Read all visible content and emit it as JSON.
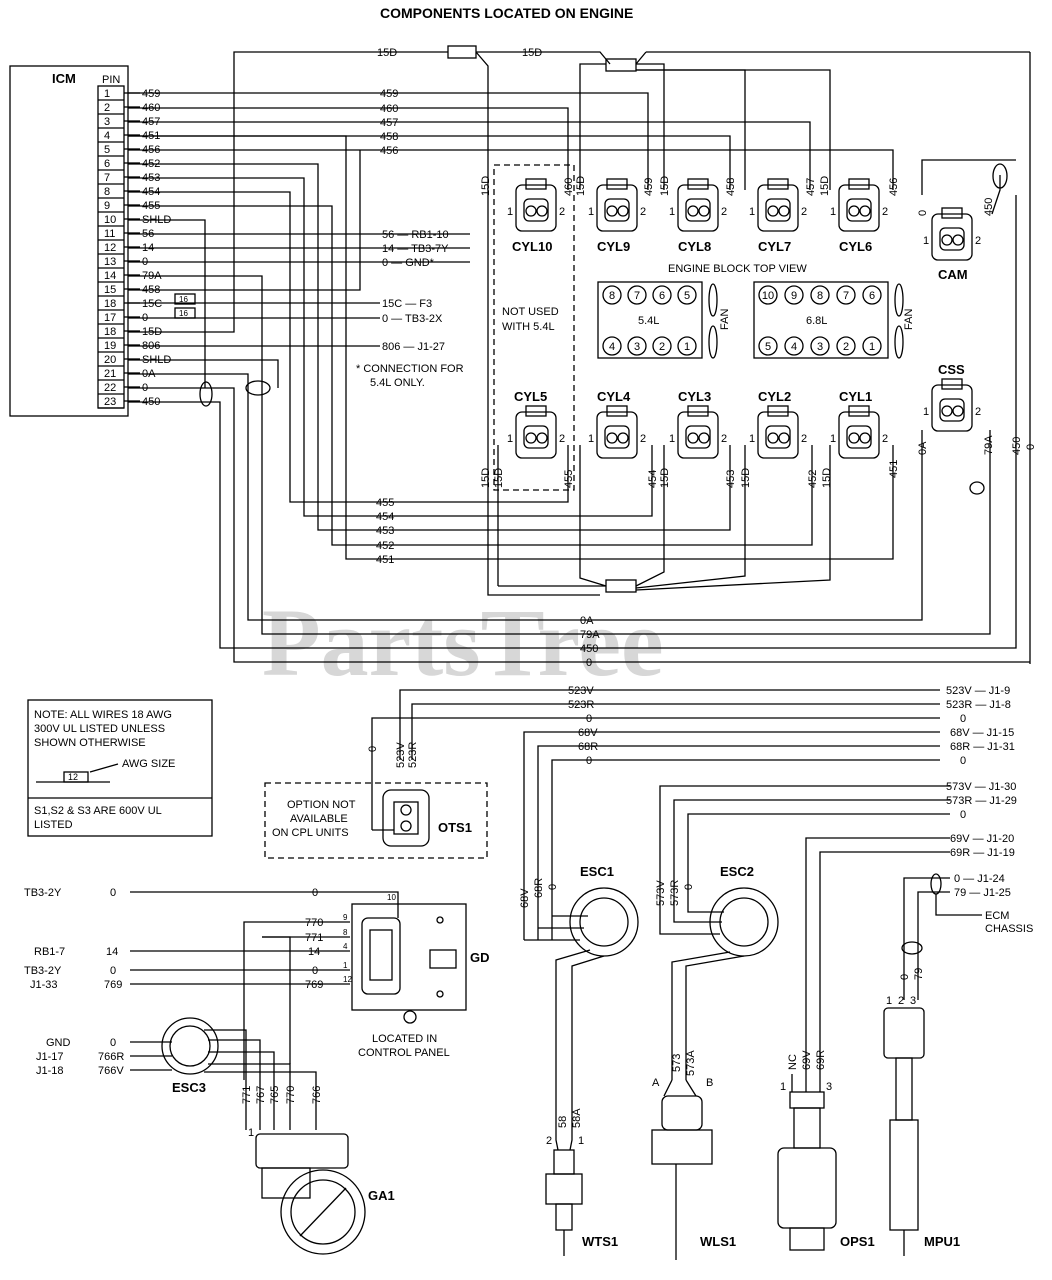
{
  "title": "COMPONENTS LOCATED ON ENGINE",
  "watermark": "PartsTree",
  "icm": {
    "label": "ICM",
    "pin_header": "PIN",
    "pins": [
      {
        "pin": "1",
        "wire": "459"
      },
      {
        "pin": "2",
        "wire": "460"
      },
      {
        "pin": "3",
        "wire": "457"
      },
      {
        "pin": "4",
        "wire": "451"
      },
      {
        "pin": "5",
        "wire": "456"
      },
      {
        "pin": "6",
        "wire": "452"
      },
      {
        "pin": "7",
        "wire": "453"
      },
      {
        "pin": "8",
        "wire": "454"
      },
      {
        "pin": "9",
        "wire": "455"
      },
      {
        "pin": "10",
        "wire": "SHLD"
      },
      {
        "pin": "11",
        "wire": "56"
      },
      {
        "pin": "12",
        "wire": "14"
      },
      {
        "pin": "13",
        "wire": "0"
      },
      {
        "pin": "14",
        "wire": "79A"
      },
      {
        "pin": "15",
        "wire": "458"
      },
      {
        "pin": "18",
        "wire": "15C"
      },
      {
        "pin": "17",
        "wire": "0"
      },
      {
        "pin": "18",
        "wire": "15D"
      },
      {
        "pin": "19",
        "wire": "806"
      },
      {
        "pin": "20",
        "wire": "SHLD"
      },
      {
        "pin": "21",
        "wire": "0A"
      },
      {
        "pin": "22",
        "wire": "0"
      },
      {
        "pin": "23",
        "wire": "450"
      }
    ]
  },
  "cylinders_top": [
    "CYL10",
    "CYL9",
    "CYL8",
    "CYL7",
    "CYL6"
  ],
  "cylinders_bottom": [
    "CYL5",
    "CYL4",
    "CYL3",
    "CYL2",
    "CYL1"
  ],
  "engine_block_label": "ENGINE BLOCK TOP VIEW",
  "block_54": {
    "label": "5.4L",
    "top": [
      "8",
      "7",
      "6",
      "5"
    ],
    "bottom": [
      "4",
      "3",
      "2",
      "1"
    ]
  },
  "block_68": {
    "label": "6.8L",
    "top": [
      "10",
      "9",
      "8",
      "7",
      "6"
    ],
    "bottom": [
      "5",
      "4",
      "3",
      "2",
      "1"
    ]
  },
  "fan_label": "FAN",
  "not_used_note": [
    "NOT USED",
    "WITH 5.4L"
  ],
  "connection_note": [
    "* CONNECTION FOR",
    "5.4L ONLY."
  ],
  "cam_label": "CAM",
  "css_label": "CSS",
  "icm_refs": [
    "56 — RB1-10",
    "14 — TB3-7Y",
    "0 — GND*",
    "15C — F3",
    "0 — TB3-2X",
    "806 — J1-27"
  ],
  "wire_15d": "15D",
  "top_wires": [
    "459",
    "460",
    "457",
    "458",
    "456"
  ],
  "bottom_wires": [
    "455",
    "454",
    "453",
    "452",
    "451"
  ],
  "loop_wires": [
    "0A",
    "79A",
    "450",
    "0"
  ],
  "cyl_pin_labels": {
    "p1": "1",
    "p2": "2"
  },
  "top_cyl_wires": [
    "15D",
    "460",
    "15D",
    "459",
    "15D",
    "458",
    "457",
    "15D",
    "456"
  ],
  "bot_cyl_wires": [
    "15D",
    "15D",
    "455",
    "454",
    "15D",
    "453",
    "15D",
    "452",
    "15D",
    "451"
  ],
  "cam_wires": [
    "0",
    "450"
  ],
  "css_wires": [
    "0A",
    "79A",
    "450",
    "0"
  ],
  "note": {
    "lines": [
      "NOTE: ALL WIRES 18 AWG",
      "300V UL LISTED UNLESS",
      "SHOWN OTHERWISE"
    ],
    "awg_num": "12",
    "awg_label": "AWG SIZE",
    "s_lines": [
      "S1,S2 & S3 ARE 600V UL",
      "LISTED"
    ]
  },
  "ots": {
    "label": "OTS1",
    "option_lines": [
      "OPTION NOT",
      "AVAILABLE",
      "ON CPL UNITS"
    ],
    "wires": [
      "0",
      "523V",
      "523R"
    ]
  },
  "lower_refs": [
    {
      "w": "523V",
      "r": "523V — J1-9"
    },
    {
      "w": "523R",
      "r": "523R — J1-8"
    },
    {
      "w": "0",
      "r": "0"
    },
    {
      "w": "68V",
      "r": "68V — J1-15"
    },
    {
      "w": "68R",
      "r": "68R — J1-31"
    },
    {
      "w": "0",
      "r": "0"
    }
  ],
  "esc2_refs": [
    "573V — J1-30",
    "573R — J1-29",
    "0"
  ],
  "ops_refs": [
    "69V — J1-20",
    "69R — J1-19"
  ],
  "mpu_refs": [
    "0 — J1-24",
    "79 — J1-25"
  ],
  "ecm_chassis": [
    "ECM",
    "CHASSIS"
  ],
  "gd": {
    "label": "GD",
    "left_refs": [
      {
        "a": "TB3-2Y",
        "b": "0"
      },
      {
        "a": "RB1-7",
        "b": "14"
      },
      {
        "a": "TB3-2Y",
        "b": "0"
      },
      {
        "a": "J1-33",
        "b": "769"
      }
    ],
    "wires": [
      "0",
      "770",
      "771",
      "14",
      "0",
      "769"
    ],
    "pins": [
      "10",
      "9",
      "8",
      "4",
      "1",
      "12"
    ],
    "located": [
      "LOCATED IN",
      "CONTROL PANEL"
    ]
  },
  "esc1": {
    "label": "ESC1",
    "wires": [
      "68V",
      "68R",
      "0"
    ]
  },
  "esc2": {
    "label": "ESC2",
    "wires": [
      "573V",
      "573R",
      "0"
    ]
  },
  "esc3": {
    "label": "ESC3",
    "refs": [
      {
        "a": "GND",
        "b": "0"
      },
      {
        "a": "J1-17",
        "b": "766R"
      },
      {
        "a": "J1-18",
        "b": "766V"
      }
    ],
    "wires": [
      "771",
      "767",
      "765",
      "770",
      "766"
    ]
  },
  "ga": {
    "label": "GA1",
    "pin": "1"
  },
  "wts": {
    "label": "WTS1",
    "wires": [
      "58",
      "58A"
    ],
    "pins": [
      "2",
      "1"
    ]
  },
  "wls": {
    "label": "WLS1",
    "wires": [
      "573",
      "573A"
    ],
    "pins": [
      "A",
      "B"
    ]
  },
  "ops": {
    "label": "OPS1",
    "wires": [
      "NC",
      "69V",
      "69R"
    ],
    "pins": [
      "1",
      "3"
    ]
  },
  "mpu": {
    "label": "MPU1",
    "wires": [
      "0",
      "79"
    ],
    "pins": [
      "1",
      "2",
      "3"
    ]
  }
}
